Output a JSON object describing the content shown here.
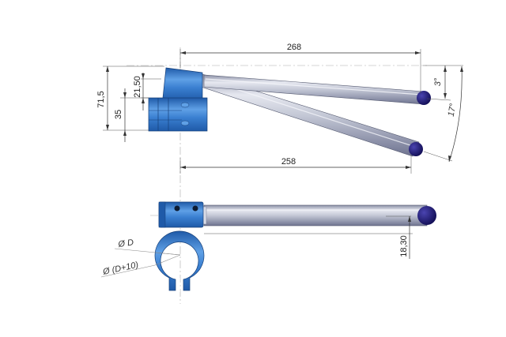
{
  "drawing": {
    "title": "Clip-on handlebar dimensional drawing",
    "colors": {
      "clamp_blue": "#3a7fd0",
      "clamp_blue_dark": "#1f5aa8",
      "bar_silver": "#c4c8d6",
      "bar_shadow": "#8a8fa6",
      "end_cap": "#1a1470",
      "dimension_line": "#333333"
    },
    "top_view": {
      "dimensions": {
        "overall_length_upper": "268",
        "overall_length_lower": "258",
        "total_height": "71,5",
        "clamp_height": "35",
        "offset_height": "21,50",
        "angle_min": "3°",
        "angle_max": "17°"
      }
    },
    "side_view": {
      "dimensions": {
        "bar_offset": "18,30",
        "inner_diameter": "Ø D",
        "outer_diameter": "Ø (D+10)"
      }
    }
  }
}
